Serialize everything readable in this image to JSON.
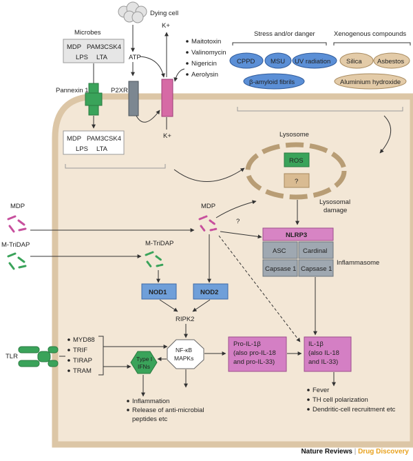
{
  "dying_cell": "Dying cell",
  "microbes": {
    "title": "Microbes",
    "row1a": "MDP",
    "row1b": "PAM3CSK4",
    "row2a": "LPS",
    "row2b": "LTA"
  },
  "atp": "ATP",
  "k_plus": "K+",
  "toxins": [
    "Maitotoxin",
    "Valinomycin",
    "Nigericin",
    "Aerolysin"
  ],
  "pannexin": "Pannexin 1",
  "p2xr": "P2XR",
  "inner_pamps": {
    "row1a": "MDP",
    "row1b": "PAM3CSK4",
    "row2a": "LPS",
    "row2b": "LTA"
  },
  "stress": {
    "title": "Stress and/or danger",
    "items": [
      "CPPD",
      "MSU",
      "UV radiation",
      "β-amyloid fibrils"
    ]
  },
  "xeno": {
    "title": "Xenogenous compounds",
    "items": [
      "Silica",
      "Asbestos",
      "Aluminium hydroxide"
    ]
  },
  "lysosome": {
    "title": "Lysosome",
    "ros": "ROS",
    "unknown": "?",
    "damage_line1": "Lysosomal",
    "damage_line2": "damage"
  },
  "mdp_out": "MDP",
  "mtridap_out": "M-TriDAP",
  "mdp_in": "MDP",
  "mtridap_in": "M-TriDAP",
  "question": "?",
  "nlrp3": {
    "title": "NLRP3",
    "asc": "ASC",
    "cardinal": "Cardinal",
    "casp_a": "Capsase 1",
    "casp_b": "Capsase 1",
    "label": "Inflammasome"
  },
  "nod1": "NOD1",
  "nod2": "NOD2",
  "ripk2": "RIPK2",
  "tlr": "TLR",
  "adaptors": [
    "MYD88",
    "TRIF",
    "TIRAP",
    "TRAM"
  ],
  "type1": {
    "line1": "Type I",
    "line2": "IFNs"
  },
  "nfkb": {
    "line1": "NF-κB",
    "line2": "MAPKs"
  },
  "pro_il": {
    "line1": "Pro-IL-1β",
    "line2": "(also pro-IL-18",
    "line3": "and pro-IL-33)"
  },
  "il": {
    "line1": "IL-1β",
    "line2": "(also IL-18",
    "line3": "and IL-33)"
  },
  "outcomes_left": [
    "Inflammation",
    "Release of anti-microbial",
    "peptides etc"
  ],
  "outcomes_right": [
    "Fever",
    "TH cell polarization",
    "Dendritic-cell recruitment etc"
  ],
  "footer": {
    "journal": "Nature Reviews",
    "sep": " | ",
    "section": "Drug Discovery"
  },
  "colors": {
    "cytoplasm": "#f3e7d6",
    "membrane": "#dcc6a6",
    "stress_blue": "#5b8fd6",
    "xeno_tan": "#e3cba8",
    "nod_blue": "#6f9fd9",
    "nlrp3_pink": "#d784c4",
    "inflammasome_grey": "#9fa8b1",
    "il_pink": "#d47fc4",
    "green": "#3aa35a",
    "magenta": "#c74f9d"
  }
}
